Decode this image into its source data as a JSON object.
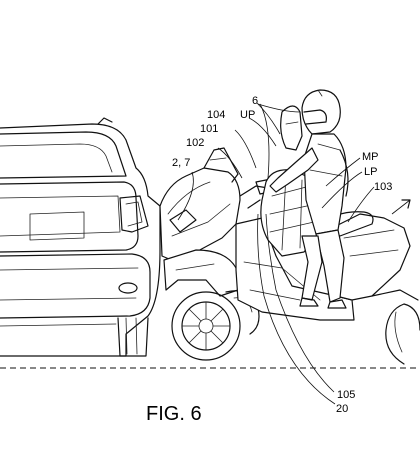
{
  "figure": {
    "caption": "FIG. 6",
    "labels": {
      "l6": "6",
      "l104": "104",
      "lUP": "UP",
      "l101": "101",
      "l102": "102",
      "l27": "2, 7",
      "lMP": "MP",
      "lLP": "LP",
      "l103": "103",
      "l105": "105",
      "l20": "20"
    }
  }
}
